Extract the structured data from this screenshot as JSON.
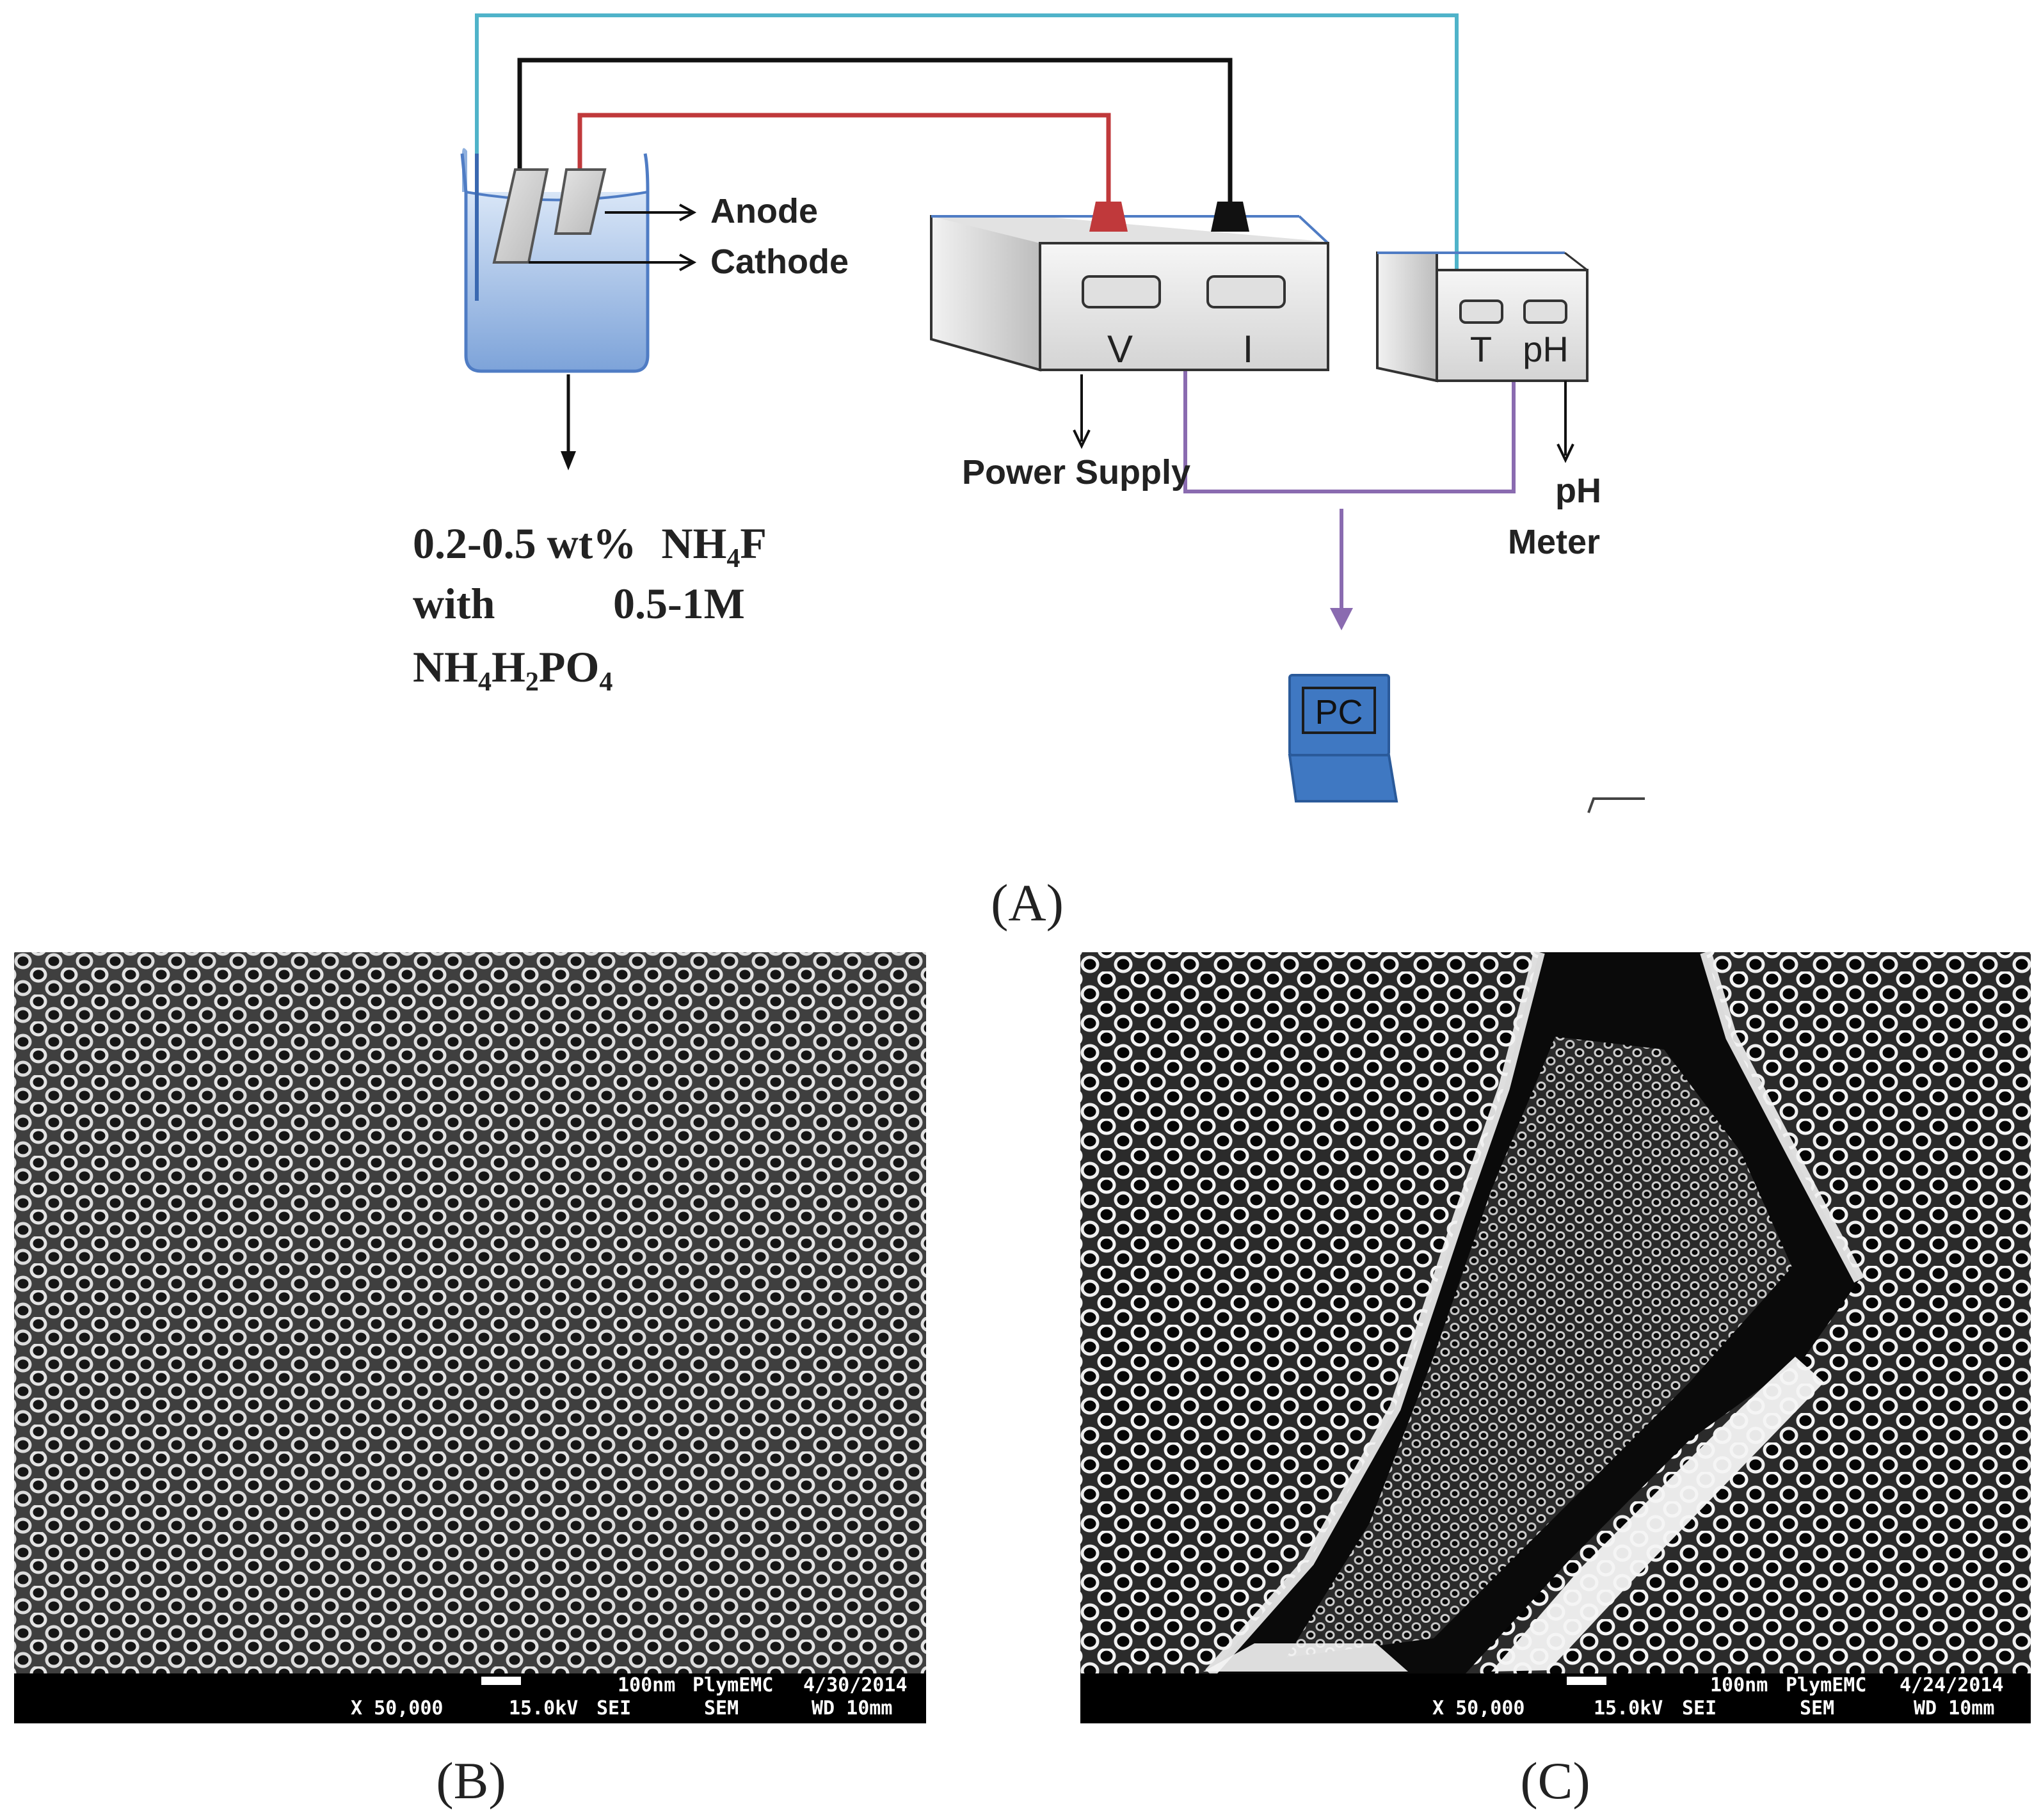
{
  "panel_a": {
    "caption": "(A)",
    "anode_label": "Anode",
    "cathode_label": "Cathode",
    "electrolyte": {
      "line1_prefix": "0.2-0.5 wt%",
      "line1_formula": "NH4F",
      "line2_word": "with",
      "line2_conc": "0.5-1M",
      "line3_formula": "NH4H2PO4"
    },
    "power_supply": {
      "label": "Power Supply",
      "display_v": "V",
      "display_i": "I"
    },
    "ph_meter": {
      "label_line1": "pH",
      "label_line2": "Meter",
      "display_t": "T",
      "display_ph": "pH"
    },
    "pc_label": "PC",
    "wire_colors": {
      "cyan": "#4fb3c9",
      "black": "#111111",
      "red": "#c0393b",
      "purple": "#8a6bb0"
    },
    "colors": {
      "beaker_fill": "#a9c4ea",
      "pc_blue": "#3f78c2"
    }
  },
  "panel_b": {
    "caption": "(B)",
    "scale_bar": "100nm",
    "lab": "PlymEMC",
    "date": "4/30/2014",
    "magnification": "X 50,000",
    "voltage": "15.0kV",
    "detector": "SEI",
    "mode": "SEM",
    "working_distance": "WD 10mm"
  },
  "panel_c": {
    "caption": "(C)",
    "scale_bar": "100nm",
    "lab": "PlymEMC",
    "date": "4/24/2014",
    "magnification": "X 50,000",
    "voltage": "15.0kV",
    "detector": "SEI",
    "mode": "SEM",
    "working_distance": "WD 10mm"
  }
}
